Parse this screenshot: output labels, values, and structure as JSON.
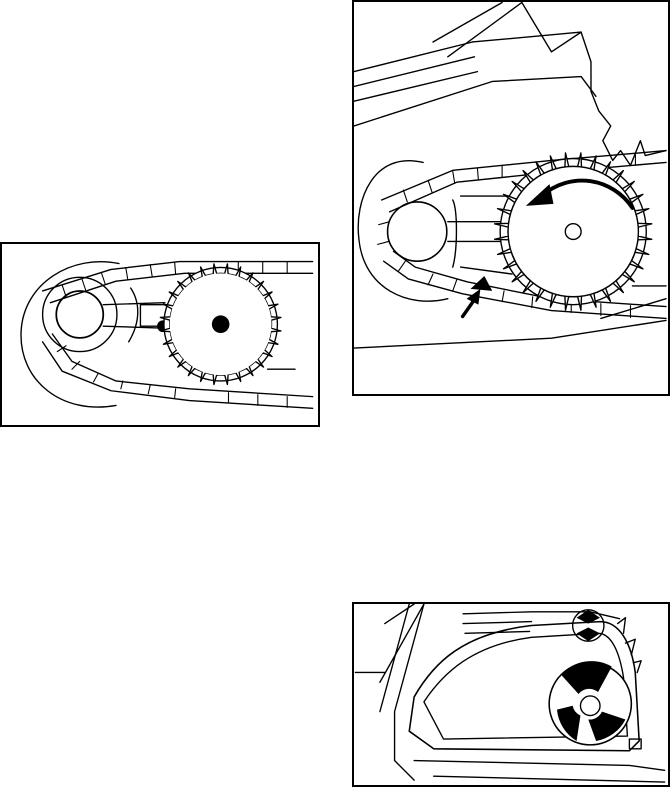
{
  "page": {
    "background": "#ffffff",
    "line_color": "#000000"
  },
  "figures": [
    {
      "id": "fig-left",
      "subject": "chain-on-sprocket-and-clutch-drum",
      "icons": [
        "clutch-drum-icon",
        "sprocket-icon",
        "saw-chain-icon",
        "bar-rivet-dot-icon",
        "sprocket-hub-dot-icon"
      ]
    },
    {
      "id": "fig-right-top",
      "subject": "chain-rotation-over-sprocket",
      "icons": [
        "curved-rotation-arrow-icon",
        "pointer-arrow-icon",
        "sprocket-icon",
        "saw-chain-icon",
        "guide-bar-icon"
      ]
    },
    {
      "id": "fig-right-bottom",
      "subject": "clutch-cover-mounted",
      "icons": [
        "clutch-cover-icon",
        "clutch-drum-window-icon",
        "chain-catcher-icon"
      ]
    }
  ]
}
